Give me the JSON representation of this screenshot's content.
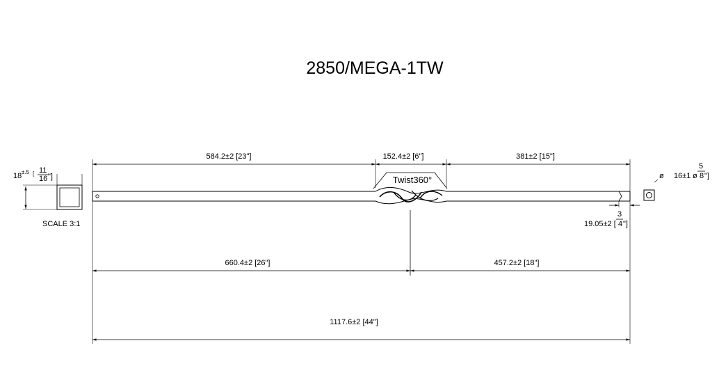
{
  "drawing": {
    "title": "2850/MEGA-1TW",
    "scale_label": "SCALE 3:1",
    "twist_label": "Twist360°",
    "dimensions": {
      "top_left_segment": "584.2±2 [23\"]",
      "top_twist_segment": "152.4±2 [6\"]",
      "top_right_segment": "381±2 [15\"]",
      "bottom_left_segment": "660.4±2 [26\"]",
      "bottom_right_segment": "457.2±2 [18\"]",
      "overall_length": "1117.6±2 [44\"]",
      "tip_length": "19.05±2 [",
      "tip_length_end": "\"]",
      "tip_fraction_num": "3",
      "tip_fraction_den": "4",
      "section_size_main": "18",
      "section_size_tol": "±.5",
      "section_fraction_num": "11",
      "section_fraction_den": "16",
      "section_fraction_end": "\"]",
      "hole_diameter_symbol": "ø",
      "hole_diameter_value": "16±1",
      "hole_diameter_symbol_2": "ø",
      "hole_fraction_num": "5",
      "hole_fraction_den": "8",
      "hole_fraction_end": "\"]"
    }
  }
}
